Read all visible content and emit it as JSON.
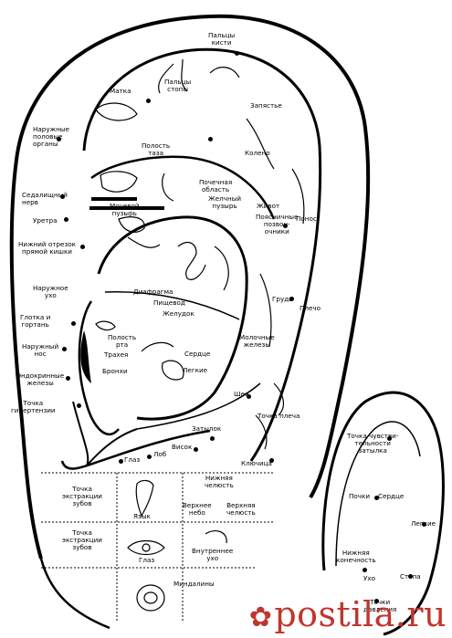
{
  "colors": {
    "ink": "#000000",
    "watermark": "#c0362e"
  },
  "labels": {
    "paltsy_kisti": "Пальцы\nкисти",
    "matka": "Матка",
    "paltsy_stopy": "Пальцы\nстопы",
    "zapyastye": "Запястье",
    "naruzhnye_organy": "Наружные\nполовые\nорганы",
    "polost_taza": "Полость\nтаза",
    "koleno": "Колено",
    "sedalishchny": "Седалищный\nнерв",
    "pochechnaya": "Почечная\nобласть",
    "zhelchny": "Желчный\nпузырь",
    "zhivot": "Живот",
    "uretra": "Уретра",
    "mochevoy": "Мочевой\nпузырь",
    "poyasnichny": "Поясничные\nпозвон-\nочники",
    "ponos": "Понос",
    "nizhny_otrezok": "Нижний отрезок\nпрямой кишки",
    "naruzhnoe_ukho": "Наружное\nухо",
    "diafragma": "Диафрагма",
    "pishchevod": "Пищевод",
    "grud": "Грудь",
    "pleho": "Плечо",
    "zheludok": "Желудок",
    "glotka": "Глотка и\nгортань",
    "naruzhny_nos": "Наружный\nнос",
    "polost_rta": "Полость\nрта",
    "trakheya": "Трахея",
    "serdtse": "Сердце",
    "legkie": "Легкие",
    "bronkhi": "Бронхи",
    "molochnye": "Молочные\nжелезы",
    "endokrinnye": "Эндокринные\nжелезы",
    "sheya": "Шея",
    "tochka_gipertenzii": "Точка\nгипертензии",
    "tochka_plecha": "Точка плеча",
    "zatylok": "Затылок",
    "visok": "Висок",
    "lob": "Лоб",
    "glaz_lower": "Глаз",
    "klyuchitsa": "Ключица",
    "tochka_zatylka": "Точка чувстви-\nтельности\nзатылка",
    "tochka_ekstr_1": "Точка\nэкстракции\nзубов",
    "nizhnyaya_chelyust": "Нижняя\nчелюсть",
    "yazyk": "Язык",
    "verkhnee_nebo": "Верхнее\nнебо",
    "verkhnyaya_chelyust": "Верхняя\nчелюсть",
    "pochki": "Почки",
    "serdtse_back": "Сердце",
    "tochka_ekstr_2": "Точка\nэкстракции\nзубов",
    "glaz_grid": "Глаз",
    "vnutrennee_ukho": "Внутреннее\nухо",
    "legkie_back": "Легкие",
    "nizhnyaya_konechnost": "Нижняя\nконечность",
    "mindaliny": "Миндалины",
    "ukho": "Ухо",
    "stopa": "Стопа",
    "tochki_daveniya": "Точки\nдавления"
  },
  "watermark": {
    "text": "postila.ru"
  }
}
